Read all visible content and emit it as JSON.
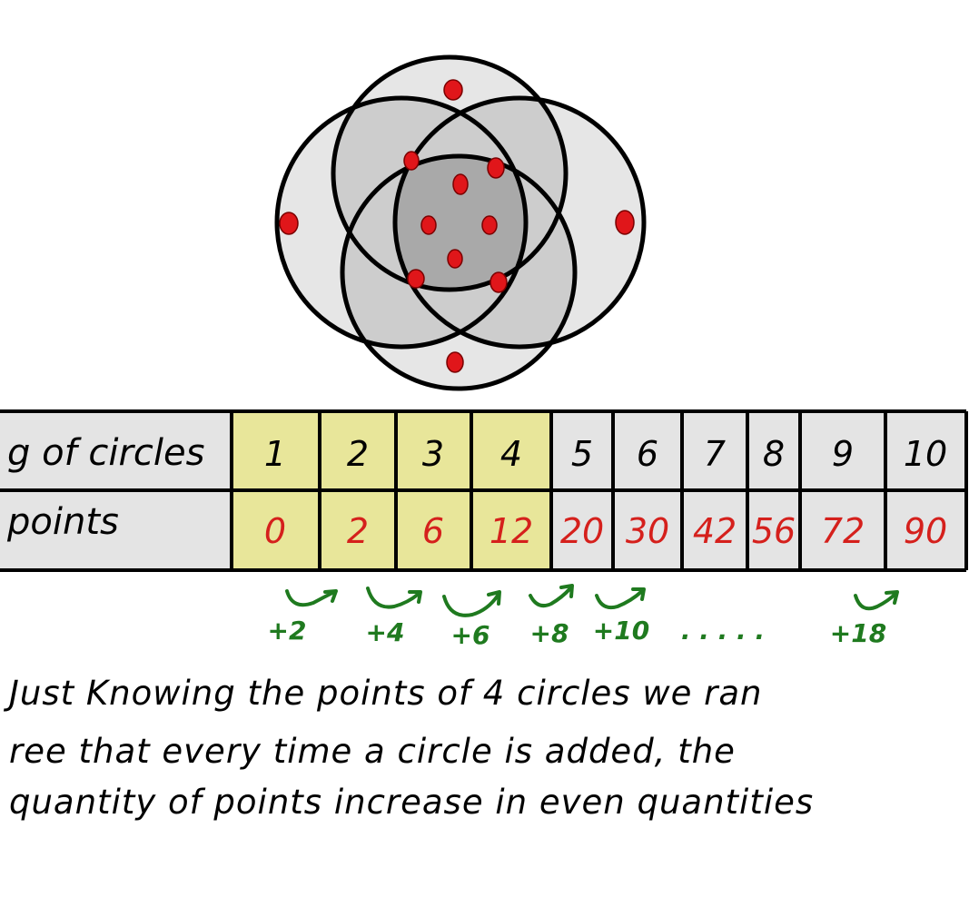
{
  "diagram": {
    "circle_count": 4,
    "point_count": 12,
    "colors": {
      "circle_fill": "#e6e6e6",
      "overlap_fill": "#c7c7c7",
      "point": "#e0161a",
      "highlight": "#e8e69a",
      "table_bg": "#e4e4e4",
      "value_red": "#d5201c",
      "diff_green": "#1f7a1f"
    }
  },
  "table": {
    "row1_label": "g of circles",
    "row2_label": "points",
    "circles": [
      "1",
      "2",
      "3",
      "4",
      "5",
      "6",
      "7",
      "8",
      "9",
      "10"
    ],
    "points": [
      "0",
      "2",
      "6",
      "12",
      "20",
      "30",
      "42",
      "56",
      "72",
      "90"
    ],
    "highlighted_columns": 4
  },
  "differences": [
    "+2",
    "+4",
    "+6",
    "+8",
    "+10",
    ". . . . .",
    "+18"
  ],
  "note": {
    "lines": [
      "Just Knowing the points of 4 circles we ran",
      "ree that every time a circle is added, the",
      "quantity of points increase in even quantities"
    ]
  }
}
